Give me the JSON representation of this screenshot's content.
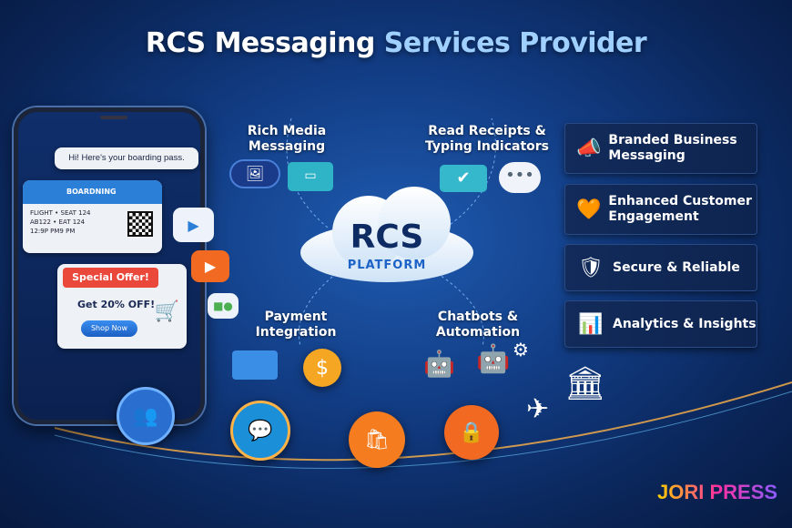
{
  "title": {
    "part1": "RCS Messaging",
    "part2": "Services Provider"
  },
  "phone": {
    "chat_message": "Hi!  Here's your boarding pass.",
    "boarding_pass": {
      "header": "BOARDNING",
      "line1": "FLIGHT    • SEAT 124",
      "line2": "AB122     • EAT 124",
      "line3": "12:9P PM9 PM"
    },
    "offer": {
      "tag": "Special Offer!",
      "discount": "Get 20% OFF!",
      "button": "Shop Now"
    }
  },
  "center": {
    "title": "RCS",
    "subtitle": "PLATFORM"
  },
  "features": {
    "rich_media": "Rich Media Messaging",
    "read_receipts": "Read Receipts & Typing Indicators",
    "payment": "Payment Integration",
    "chatbots": "Chatbots & Automation"
  },
  "benefits": [
    {
      "label": "Branded Business Messaging",
      "icon": "megaphone-icon"
    },
    {
      "label": "Enhanced Customer Engagement",
      "icon": "heart-chat-icon"
    },
    {
      "label": "Secure & Reliable",
      "icon": "shield-icon"
    },
    {
      "label": "Analytics & Insights",
      "icon": "bar-chart-icon"
    }
  ],
  "bottom_icons": [
    "people-icon",
    "chat-icon",
    "shopping-bag-icon",
    "lock-icon",
    "airplane-icon",
    "bank-icon"
  ],
  "logo": "JORI PRESS",
  "colors": {
    "background": "#123d85",
    "accent": "#9fd0ff",
    "offer": "#e9483a",
    "cloud_text": "#0f2b63"
  }
}
